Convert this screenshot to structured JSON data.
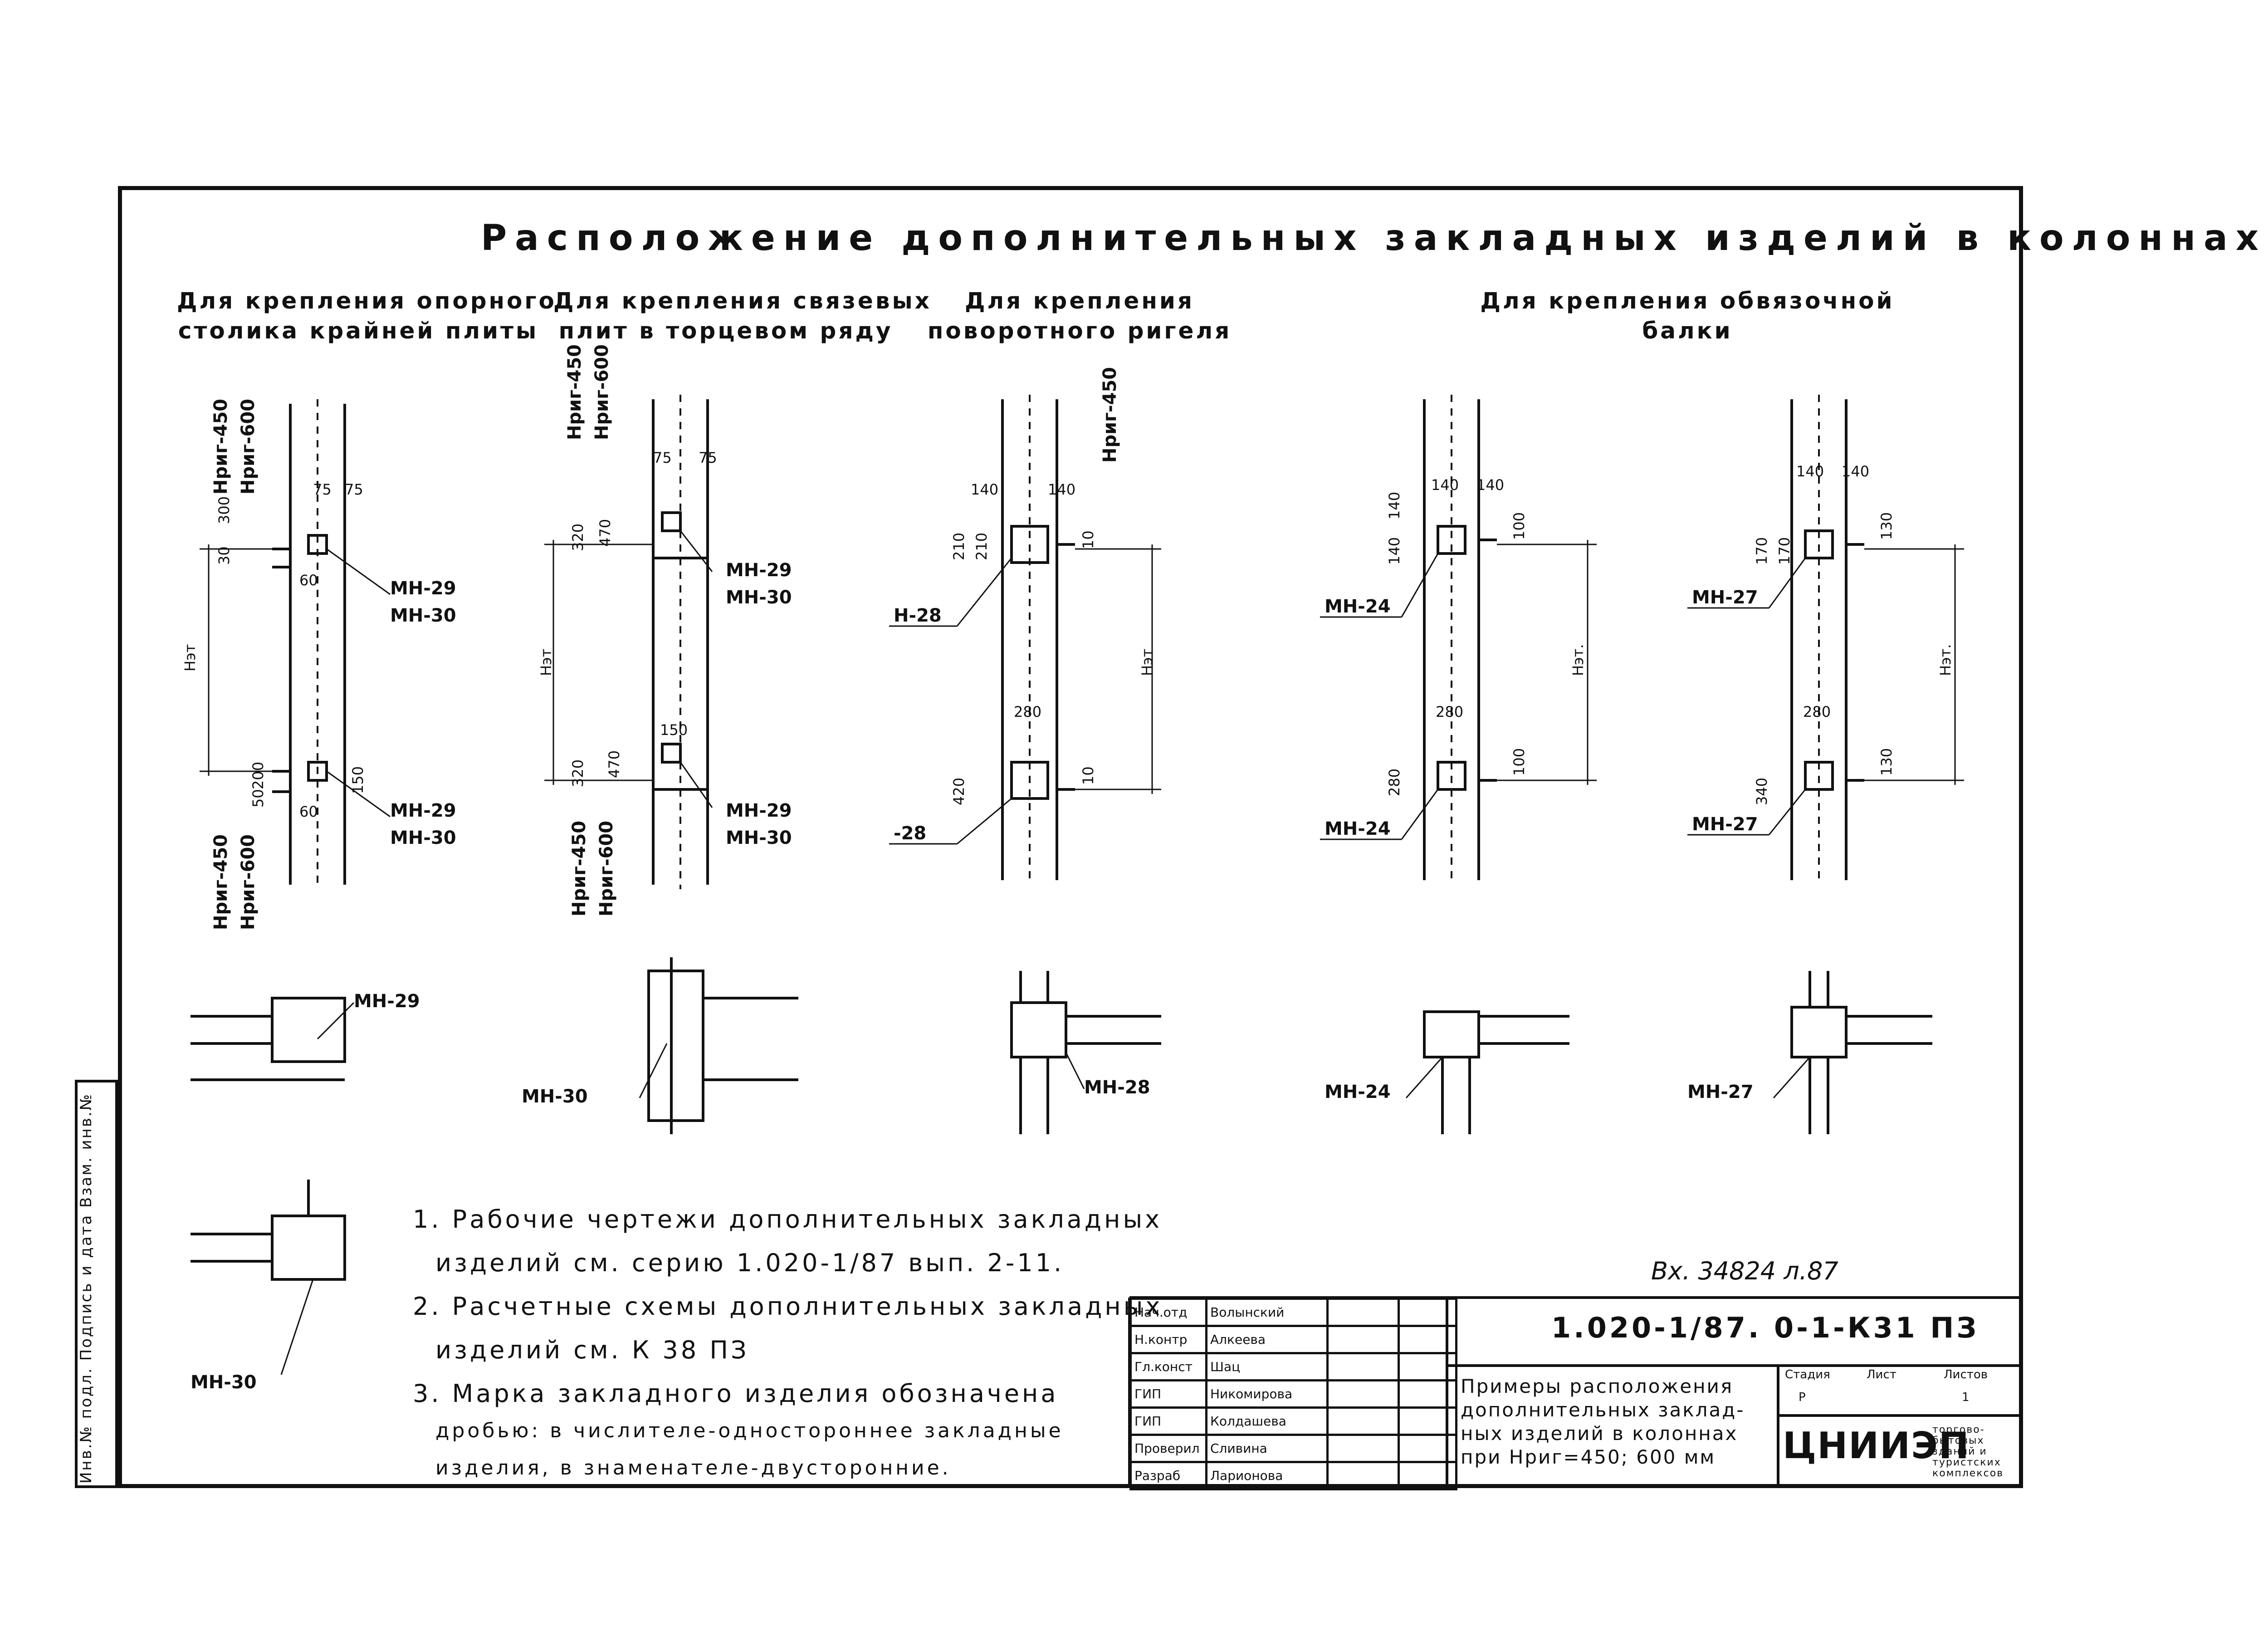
{
  "title": "Расположение дополнительных закладных изделий в колоннах",
  "sections": [
    {
      "line1": "Для крепления опорного",
      "line2": "столика крайней плиты"
    },
    {
      "line1": "Для крепления связевых",
      "line2": "плит в торцевом ряду"
    },
    {
      "line1": "Для крепления",
      "line2": "поворотного ригеля"
    },
    {
      "line1": "Для крепления обвязочной",
      "line2": "балки"
    }
  ],
  "marks": {
    "mn24": "МН-24",
    "mn27": "МН-27",
    "mn28": "МН-28",
    "mn29": "МН-29",
    "mn30": "МН-30",
    "h28": "Н-28",
    "d28": "-28",
    "mn29p": "МН-29"
  },
  "dims": {
    "h_et": "Нэт",
    "h_et2": "Нэт.",
    "h450": "Нриг-450",
    "h600": "Нриг-600",
    "v75": "75",
    "v30": "30",
    "v60": "60",
    "v150": "150",
    "v200": "200",
    "v300": "300",
    "v320": "320",
    "v470": "470",
    "v140": "140",
    "v210": "210",
    "v280": "280",
    "v420": "420",
    "v10": "10",
    "v100": "100",
    "v130": "130",
    "v170": "170",
    "v340": "340",
    "v50": "50"
  },
  "notes": [
    "1. Рабочие чертежи дополнительных закладных",
    "изделий см. серию 1.020-1/87 вып. 2-11.",
    "2. Расчетные схемы дополнительных закладных",
    "изделий см. К 38 ПЗ",
    "3. Марка закладного изделия обозначена",
    "дробью: в числителе-одностороннее закладные",
    "изделия, в знаменателе-двусторонние."
  ],
  "inventory": "Вх. 34824 л.87",
  "stamp": {
    "code": "1.020-1/87. 0-1-К31 ПЗ",
    "roles": [
      {
        "role": "Нач.отд",
        "name": "Волынский"
      },
      {
        "role": "Н.контр",
        "name": "Алкеева"
      },
      {
        "role": "Гл.конст",
        "name": "Шац"
      },
      {
        "role": "ГИП",
        "name": "Никомирова"
      },
      {
        "role": "ГИП",
        "name": "Колдашева"
      },
      {
        "role": "Проверил",
        "name": "Сливина"
      },
      {
        "role": "Разраб",
        "name": "Ларионова"
      }
    ],
    "project_title": [
      "Примеры расположения",
      "дополнительных заклад-",
      "ных изделий в колоннах",
      "при Нриг=450; 600 мм"
    ],
    "stage_hdr": "Стадия",
    "sheet_hdr": "Лист",
    "sheets_hdr": "Листов",
    "stage": "Р",
    "sheet": "",
    "sheets": "1",
    "org": "ЦНИИЭП",
    "org_sub": [
      "торгово-",
      "бытовых",
      "зданий и",
      "туристских",
      "комплексов"
    ]
  },
  "side_labels": "Инв.№ подл.  Подпись и дата  Взам. инв.№"
}
